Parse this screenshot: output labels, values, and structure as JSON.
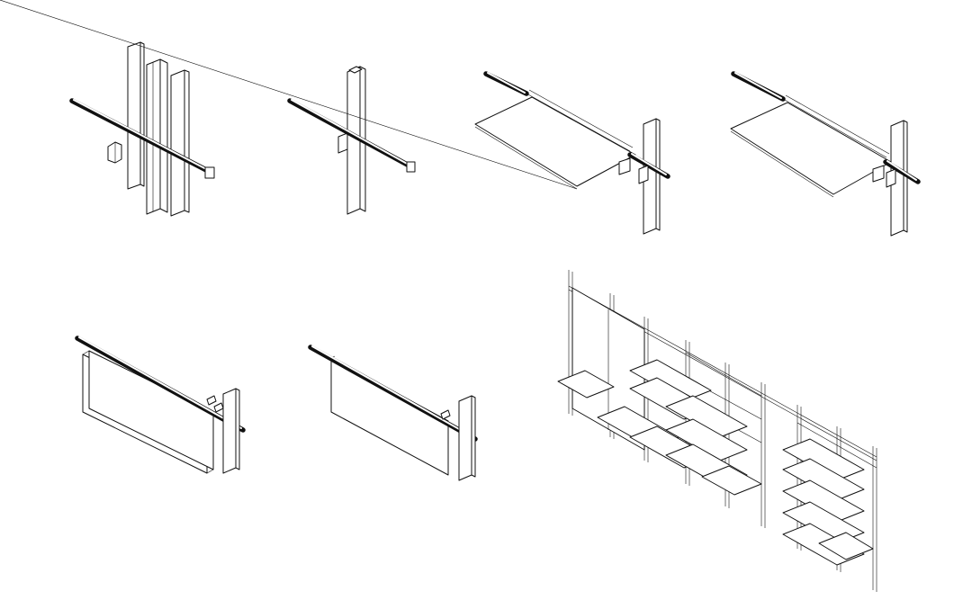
{
  "panels": [
    {
      "id": "step-1"
    },
    {
      "id": "step-2"
    },
    {
      "id": "step-3"
    },
    {
      "id": "step-4"
    },
    {
      "id": "step-5"
    },
    {
      "id": "step-6"
    },
    {
      "id": "assembled-wall"
    }
  ]
}
